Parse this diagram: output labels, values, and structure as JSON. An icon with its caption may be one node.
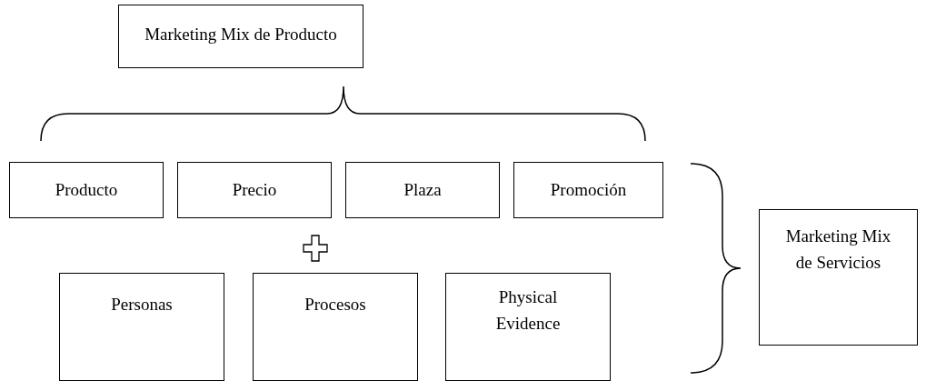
{
  "diagram": {
    "nodes": [
      {
        "text": [
          "Marketing Mix de Producto"
        ]
      },
      {
        "text": [
          "Producto"
        ]
      },
      {
        "text": [
          "Precio"
        ]
      },
      {
        "text": [
          "Plaza"
        ]
      },
      {
        "text": [
          "Promoción"
        ]
      },
      {
        "text": [],
        "shape": "cross"
      },
      {
        "text": [
          "Personas"
        ]
      },
      {
        "text": [
          "Procesos"
        ]
      },
      {
        "text": [
          "Physical Evidence"
        ]
      },
      {
        "text": [
          "Marketing Mix de Servicios"
        ]
      }
    ]
  }
}
